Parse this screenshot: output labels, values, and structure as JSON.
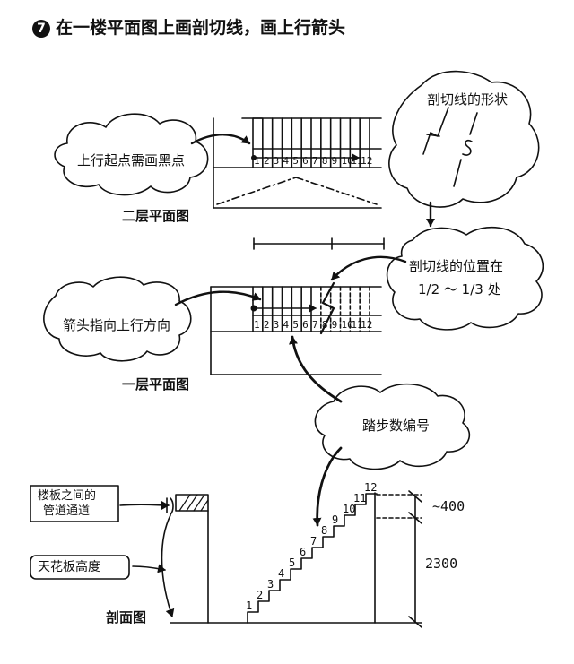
{
  "title": {
    "number": "7",
    "text": "在一楼平面图上画剖切线，画上行箭头"
  },
  "clouds": {
    "start_dot": "上行起点需画黑点",
    "cut_shape": "剖切线的形状",
    "cut_position_line1": "剖切线的位置在",
    "cut_position_line2": "1/2 ～ 1/3 处",
    "arrow_dir": "箭头指向上行方向",
    "step_numbers": "踏步数编号"
  },
  "labels": {
    "second_floor": "二层平面图",
    "first_floor": "一层平面图",
    "section": "剖面图",
    "pipe_line1": "楼板之间的",
    "pipe_line2": "管道通道",
    "ceiling": "天花板高度"
  },
  "dimensions": {
    "slab": "400",
    "ceiling": "2300"
  },
  "steps": [
    "1",
    "2",
    "3",
    "4",
    "5",
    "6",
    "7",
    "8",
    "9",
    "10",
    "11",
    "12"
  ]
}
